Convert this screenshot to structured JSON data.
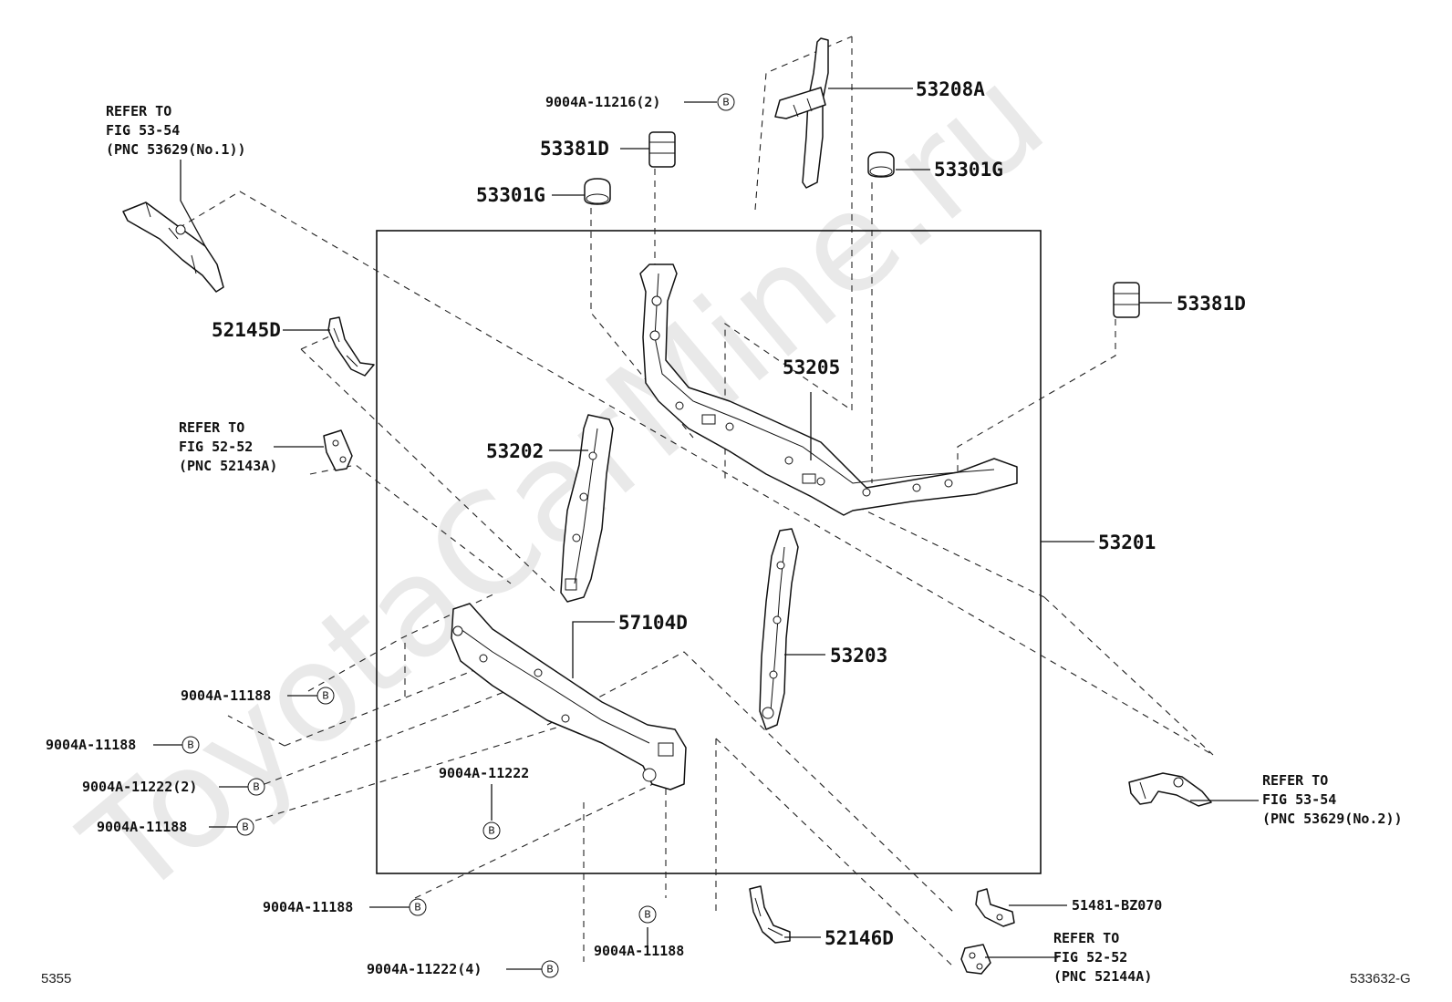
{
  "watermark": "ToyotaCarMine.ru",
  "page_code_left": "5355",
  "page_code_right": "533632-G",
  "bolt_marker": "B",
  "parts": {
    "p53208A": "53208A",
    "p53381D_top": "53381D",
    "p53301G_left": "53301G",
    "p53301G_right": "53301G",
    "p53381D_right": "53381D",
    "p52145D": "52145D",
    "p53205": "53205",
    "p53202": "53202",
    "p53201": "53201",
    "p57104D": "57104D",
    "p53203": "53203",
    "p52146D": "52146D"
  },
  "fasteners": {
    "f_11216": "9004A-11216(2)",
    "f_11188_a": "9004A-11188",
    "f_11188_b": "9004A-11188",
    "f_11222_2": "9004A-11222(2)",
    "f_11188_c": "9004A-11188",
    "f_11222": "9004A-11222",
    "f_11188_d": "9004A-11188",
    "f_11188_e": "9004A-11188",
    "f_11222_4": "9004A-11222(4)",
    "f_bz070": "51481-BZ070"
  },
  "refs": {
    "r1": [
      "REFER TO",
      "FIG 53-54",
      "(PNC 53629(No.1))"
    ],
    "r2": [
      "REFER TO",
      "FIG 52-52",
      "(PNC 52143A)"
    ],
    "r3": [
      "REFER TO",
      "FIG 53-54",
      "(PNC 53629(No.2))"
    ],
    "r4": [
      "REFER TO",
      "FIG 52-52",
      "(PNC 52144A)"
    ]
  }
}
